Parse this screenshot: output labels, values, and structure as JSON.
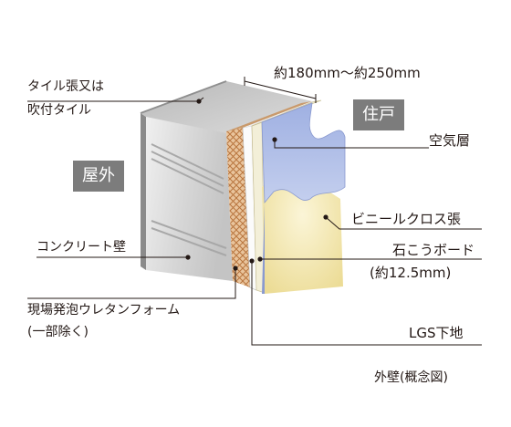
{
  "labels": {
    "thickness": "約180mm〜約250mm",
    "tile_line1": "タイル張又は",
    "tile_line2": "吹付タイル",
    "outdoor": "屋外",
    "indoor": "住戸",
    "air_layer": "空気層",
    "vinyl_cloth": "ビニールクロス張",
    "gypsum": "石こうボード",
    "gypsum_thickness": "(約12.5mm)",
    "concrete": "コンクリート壁",
    "foam_line1": "現場発泡ウレタンフォーム",
    "foam_line2": "(一部除く)",
    "lgs": "LGS下地",
    "caption": "外壁(概念図)"
  },
  "colors": {
    "label_text": "#231815",
    "tag_background": "#7c7c7c",
    "tag_text": "#ffffff",
    "concrete": "#d9d9d9",
    "insulation": "#e9c49c",
    "lgs": "#f3efd8",
    "gypsum_board": "#f2e6a6",
    "vinyl_cloth": "#b3c2e8"
  }
}
